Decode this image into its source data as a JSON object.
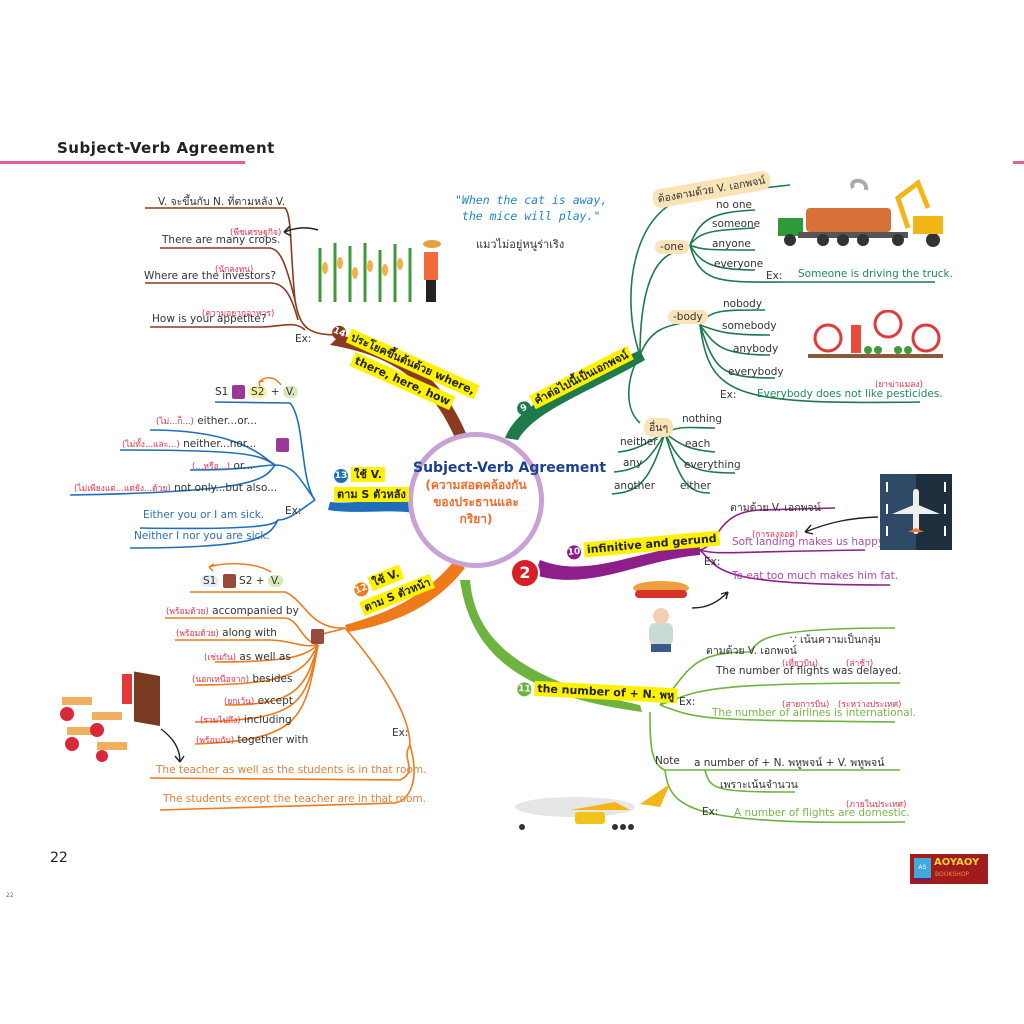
{
  "header": {
    "title": "Subject-Verb Agreement"
  },
  "center": {
    "title_en": "Subject-Verb Agreement",
    "title_th_lines": [
      "(ความสอดคล้องกัน",
      "ของประธานและ",
      "กริยา)"
    ],
    "badge": "2"
  },
  "quote": {
    "en_line1": "\"When the cat is away,",
    "en_line2": "the mice will play.\"",
    "th": "แมวไม่อยู่หนูร่าเริง"
  },
  "branches": {
    "b9": {
      "number": "9",
      "label": "คำต่อไปนี้เป็นเอกพจน์",
      "color": "#1e7a4a",
      "rule": "ต้องตามด้วย V. เอกพจน์",
      "one_tag": "-one",
      "one_items": [
        "no one",
        "someone",
        "anyone",
        "everyone"
      ],
      "one_ex_label": "Ex:",
      "one_example": "Someone is driving the truck.",
      "body_tag": "-body",
      "body_items": [
        "nobody",
        "somebody",
        "anybody",
        "everybody"
      ],
      "body_ex_label": "Ex:",
      "body_example": "Everybody does not like pesticides.",
      "body_example_gloss": "(ยาฆ่าแมลง)",
      "other_tag": "อื่นๆ",
      "other_left": [
        "neither",
        "any",
        "another"
      ],
      "other_right": [
        "nothing",
        "each",
        "everything",
        "either"
      ]
    },
    "b10": {
      "number": "10",
      "label": "infinitive and gerund",
      "color": "#8e1e8a",
      "rule": "ตามด้วย V. เอกพจน์",
      "ex_label": "Ex:",
      "examples": [
        {
          "gloss": "(การลงจอด)",
          "text": "Soft landing makes us happy."
        },
        {
          "gloss": "",
          "text": "To eat too much makes him fat."
        }
      ]
    },
    "b11": {
      "number": "11",
      "label": "the number of + N. พหู",
      "color": "#6db33f",
      "rule": "ตามด้วย V. เอกพจน์",
      "rule_note": "∵ เน้นความเป็นกลุ่ม",
      "ex_label": "Ex:",
      "examples": [
        {
          "gloss1": "(เที่ยวบิน)",
          "gloss2": "(ล่าช้า)",
          "text": "The number of flights was delayed."
        },
        {
          "gloss1": "(สายการบิน)",
          "gloss2": "(ระหว่างประเทศ)",
          "text": "The number of airlines is international."
        }
      ],
      "note_label": "Note",
      "note_rule": "a number of + N. พหูพจน์ + V. พหูพจน์",
      "note_reason": "เพราะเน้นจำนวน",
      "note_ex_label": "Ex:",
      "note_example": "A number of flights are domestic.",
      "note_example_gloss": "(ภายในประเทศ)"
    },
    "b12": {
      "number": "12",
      "label_line1": "ใช้ V.",
      "label_line2": "ตาม S ตัวหน้า",
      "color": "#ef7a1a",
      "formula": {
        "s1": "S1",
        "s2": "S2",
        "plus": "+",
        "v": "V."
      },
      "items": [
        {
          "gloss": "(พร้อมด้วย)",
          "text": "accompanied by"
        },
        {
          "gloss": "(พร้อมด้วย)",
          "text": "along with"
        },
        {
          "gloss": "(เช่นกัน)",
          "text": "as well as"
        },
        {
          "gloss": "(นอกเหนือจาก)",
          "text": "besides"
        },
        {
          "gloss": "(ยกเว้น)",
          "text": "except"
        },
        {
          "gloss": "(รวมไปถึง)",
          "text": "including"
        },
        {
          "gloss": "(พร้อมกับ)",
          "text": "together with"
        }
      ],
      "ex_label": "Ex:",
      "examples": [
        "The teacher as well as the students is in that room.",
        "The students except the teacher are in that room."
      ]
    },
    "b13": {
      "number": "13",
      "label_line1": "ใช้ V.",
      "label_line2": "ตาม S ตัวหลัง",
      "color": "#1f6fb8",
      "formula": {
        "s1": "S1",
        "s2": "S2",
        "plus": "+",
        "v": "V."
      },
      "items": [
        {
          "gloss": "(ไม่...ก็...)",
          "text": "either...or..."
        },
        {
          "gloss": "(ไม่ทั้ง...และ...)",
          "text": "neither...nor..."
        },
        {
          "gloss": "(...หรือ...)",
          "text": "or..."
        },
        {
          "gloss": "(ไม่เพียงแต่...แต่ยัง...ด้วย)",
          "text": "not only...but also..."
        }
      ],
      "ex_label": "Ex:",
      "examples": [
        "Either you or I am sick.",
        "Neither I nor you are sick."
      ]
    },
    "b14": {
      "number": "14",
      "label_line1": "ประโยคขึ้นต้นด้วย where,",
      "label_line2": "there, here, how",
      "color": "#8b3a1e",
      "rule": "V. จะขึ้นกับ N. ที่ตามหลัง V.",
      "ex_label": "Ex:",
      "examples": [
        {
          "gloss": "(พืชเศรษฐกิจ)",
          "text": "There are many crops."
        },
        {
          "gloss": "(นักลงทุน)",
          "text": "Where are the investors?"
        },
        {
          "gloss": "(ความอยากอาหาร)",
          "text": "How is your appetite?"
        }
      ]
    }
  },
  "footer": {
    "page_number": "22",
    "tiny_page_number": "22",
    "logo_badge": "AS",
    "logo_name": "AOYAOY",
    "logo_sub": "BOOKSHOP"
  },
  "illustrations": {
    "corn_farmer": "corn-field-farmer-illustration",
    "log_truck": "log-truck-crane-illustration",
    "pesticide": "pesticide-sprayer-illustration",
    "airplane_runway": "airplane-runway-illustration",
    "hotdog_man": "man-holding-hotdog-illustration",
    "classroom": "classroom-teacher-illustration",
    "cargo_plane": "cargo-plane-illustration"
  }
}
